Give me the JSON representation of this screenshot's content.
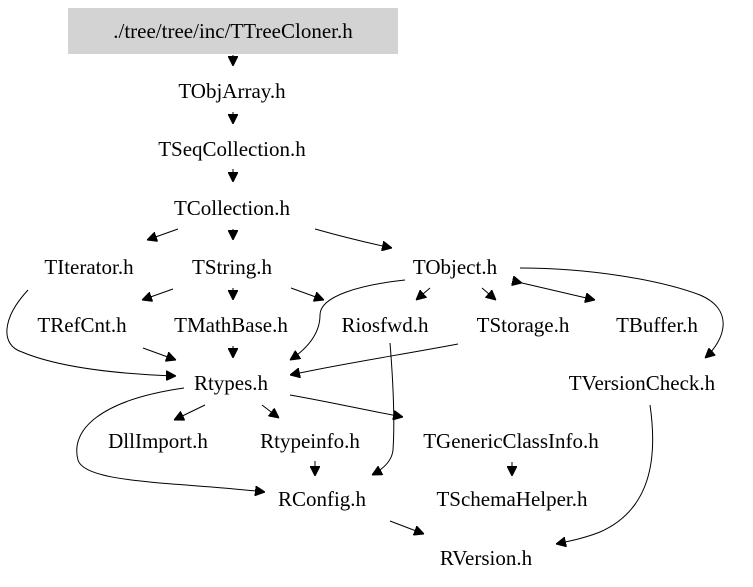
{
  "graph": {
    "root": "./tree/tree/inc/TTreeCloner.h",
    "nodes": {
      "ttreecloner": "./tree/tree/inc/TTreeCloner.h",
      "tobjarray": "TObjArray.h",
      "tseqcollection": "TSeqCollection.h",
      "tcollection": "TCollection.h",
      "titerator": "TIterator.h",
      "tstring": "TString.h",
      "tobject": "TObject.h",
      "trefcnt": "TRefCnt.h",
      "tmathbase": "TMathBase.h",
      "riosfwd": "Riosfwd.h",
      "tstorage": "TStorage.h",
      "tbuffer": "TBuffer.h",
      "rtypes": "Rtypes.h",
      "tversioncheck": "TVersionCheck.h",
      "dllimport": "DllImport.h",
      "rtypeinfo": "Rtypeinfo.h",
      "tgenericclassinfo": "TGenericClassInfo.h",
      "rconfig": "RConfig.h",
      "tschemahelper": "TSchemaHelper.h",
      "rversion": "RVersion.h"
    },
    "edges": [
      [
        "ttreecloner",
        "tobjarray"
      ],
      [
        "tobjarray",
        "tseqcollection"
      ],
      [
        "tseqcollection",
        "tcollection"
      ],
      [
        "tcollection",
        "titerator"
      ],
      [
        "tcollection",
        "tstring"
      ],
      [
        "tcollection",
        "tobject"
      ],
      [
        "tstring",
        "trefcnt"
      ],
      [
        "tstring",
        "tmathbase"
      ],
      [
        "tstring",
        "riosfwd"
      ],
      [
        "titerator",
        "rtypes"
      ],
      [
        "trefcnt",
        "rtypes"
      ],
      [
        "tmathbase",
        "rtypes"
      ],
      [
        "tobject",
        "rtypes"
      ],
      [
        "tobject",
        "riosfwd"
      ],
      [
        "tobject",
        "tstorage"
      ],
      [
        "tobject",
        "tbuffer"
      ],
      [
        "tbuffer",
        "tobject"
      ],
      [
        "tobject",
        "tversioncheck"
      ],
      [
        "tstorage",
        "rtypes"
      ],
      [
        "riosfwd",
        "rconfig"
      ],
      [
        "rtypes",
        "dllimport"
      ],
      [
        "rtypes",
        "rtypeinfo"
      ],
      [
        "rtypes",
        "tgenericclassinfo"
      ],
      [
        "rtypes",
        "rconfig"
      ],
      [
        "rtypeinfo",
        "rconfig"
      ],
      [
        "tgenericclassinfo",
        "tschemahelper"
      ],
      [
        "rconfig",
        "rversion"
      ],
      [
        "tversioncheck",
        "rversion"
      ]
    ]
  }
}
